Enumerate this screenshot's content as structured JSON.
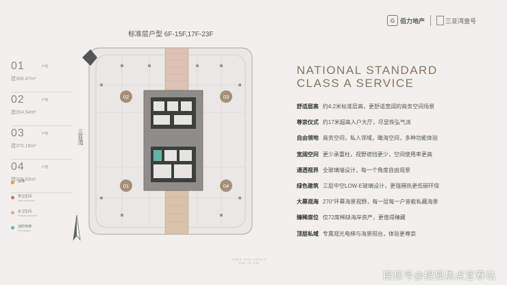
{
  "header": {
    "logo1_text": "佰力地产",
    "logo2_text": "三亚湾壹号",
    "plan_title": "标准层户型 6F-15F,17F-23F"
  },
  "units": [
    {
      "num": "01",
      "label": "户型",
      "area": "建368.47m²"
    },
    {
      "num": "02",
      "label": "户型",
      "area": "建354.54m²"
    },
    {
      "num": "03",
      "label": "户型",
      "area": "建370.16m²"
    },
    {
      "num": "04",
      "label": "户型",
      "area": "建378.63m²"
    }
  ],
  "legend": [
    {
      "label": "扶梯",
      "sub": "",
      "color": "#d9a23a"
    },
    {
      "label": "男卫生间",
      "sub": "Male washroom",
      "color": "#c77a63"
    },
    {
      "label": "女卫生间",
      "sub": "Female washroom",
      "color": "#d7a98f"
    },
    {
      "label": "消防电梯",
      "sub": "Fire elevator",
      "color": "#5fb7a9"
    }
  ],
  "plan": {
    "sea_label": "三亚湾",
    "unit_marks": [
      "02",
      "03",
      "01",
      "04"
    ],
    "corridor_colors": {
      "top": "#dcc1b4",
      "bottom": "#d8c2aa",
      "accent": "#5fb7a9"
    }
  },
  "headline": [
    "NATIONAL STANDARD",
    "CLASS A SERVICE"
  ],
  "features": [
    {
      "k": "舒适层高",
      "v": "约4.2米标准层高，更舒适宽阔的商务空间场景"
    },
    {
      "k": "尊崇仪式",
      "v": "约17米超高入户大厅，尽显恢弘气派"
    },
    {
      "k": "自由领地",
      "v": "商务空间，私人领域，瞰海空间，多种功能体验"
    },
    {
      "k": "宽阔空间",
      "v": "更少承重柱，视野遮挡更少，空间使用率更高"
    },
    {
      "k": "通透视界",
      "v": "全玻璃墙设计，每一个角度自由观景"
    },
    {
      "k": "绿色建筑",
      "v": "三层中空LOW-E玻璃设计，更强隔热更低碳环保"
    },
    {
      "k": "大幕观海",
      "v": "270°环幕海景视野，每一层每一户皆能私藏海景"
    },
    {
      "k": "臻稀席位",
      "v": "仅72席稀缺海岸资产，更值得臻藏"
    },
    {
      "k": "顶层私域",
      "v": "专属观光电梯与海景阳台，体验更尊崇"
    }
  ],
  "footer": {
    "brand_line1": "GREG REAL ESTATE",
    "brand_line2": "SAN YA ONE"
  },
  "watermark": "搜狐号@搜狐焦点宜春站"
}
